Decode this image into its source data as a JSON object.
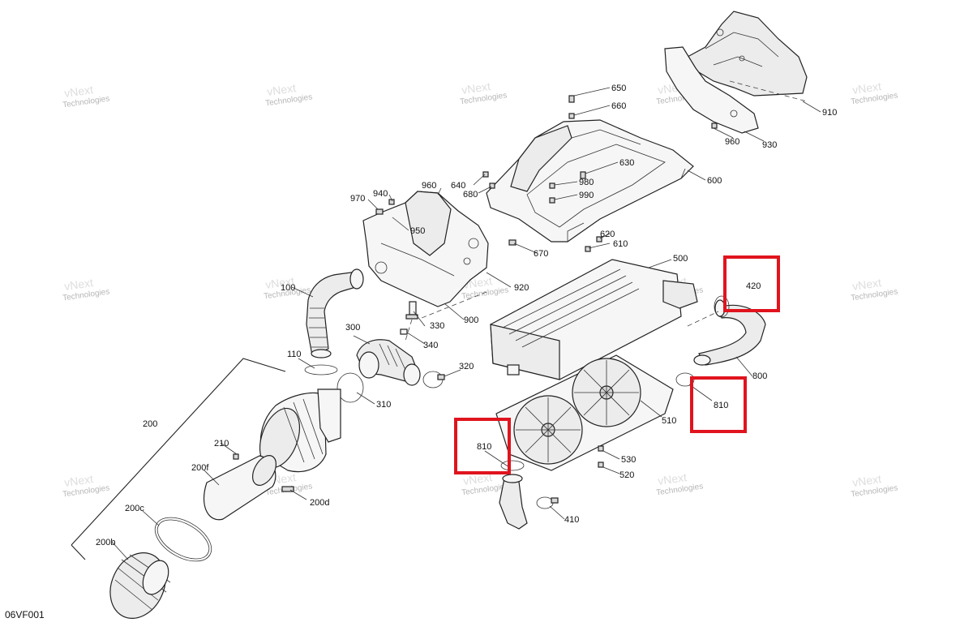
{
  "diagram": {
    "reference_code": "06VF001",
    "watermark_text": [
      "vNext",
      "Technologies"
    ],
    "highlight_color": "#e0141e",
    "callouts": [
      {
        "label": "650"
      },
      {
        "label": "660"
      },
      {
        "label": "630"
      },
      {
        "label": "640"
      },
      {
        "label": "680"
      },
      {
        "label": "980"
      },
      {
        "label": "990"
      },
      {
        "label": "600"
      },
      {
        "label": "910"
      },
      {
        "label": "960"
      },
      {
        "label": "930"
      },
      {
        "label": "970"
      },
      {
        "label": "940"
      },
      {
        "label": "960"
      },
      {
        "label": "950"
      },
      {
        "label": "620"
      },
      {
        "label": "610"
      },
      {
        "label": "670"
      },
      {
        "label": "920"
      },
      {
        "label": "100"
      },
      {
        "label": "900"
      },
      {
        "label": "500"
      },
      {
        "label": "420"
      },
      {
        "label": "330"
      },
      {
        "label": "340"
      },
      {
        "label": "300"
      },
      {
        "label": "110"
      },
      {
        "label": "320"
      },
      {
        "label": "310"
      },
      {
        "label": "800"
      },
      {
        "label": "810"
      },
      {
        "label": "510"
      },
      {
        "label": "200"
      },
      {
        "label": "210"
      },
      {
        "label": "810"
      },
      {
        "label": "530"
      },
      {
        "label": "520"
      },
      {
        "label": "200f"
      },
      {
        "label": "200d"
      },
      {
        "label": "410"
      },
      {
        "label": "200c"
      },
      {
        "label": "200b"
      }
    ]
  }
}
